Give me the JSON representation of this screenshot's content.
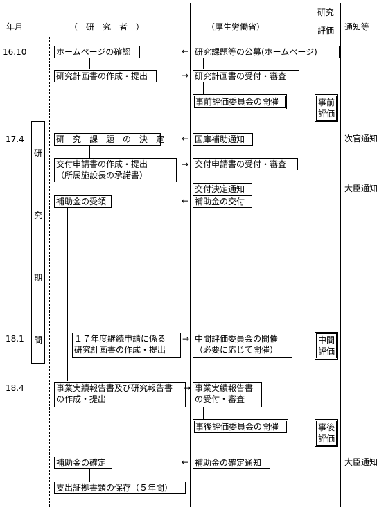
{
  "header": {
    "col_year": "年月",
    "col_researcher": "（　研　究　者　）",
    "col_ministry": "（厚生労働省）",
    "col_eval": "研究\n評価",
    "col_notice": "通知等"
  },
  "dates": [
    "16.10",
    "17.4",
    "18.1",
    "18.4"
  ],
  "research_period": [
    "研",
    "究",
    "期",
    "間"
  ],
  "researcher_boxes": [
    "ホームページの確認",
    "研究計画書の作成・提出",
    "研　究　課　題　の　決　定",
    "交付申請書の作成・提出\n（所属施設長の承諾書）",
    "補助金の受領",
    "１７年度継続申請に係る\n研究計画書の作成・提出",
    "事業実績報告書及び研究報告書\nの作成・提出",
    "補助金の確定",
    "支出証拠書類の保存（５年間）"
  ],
  "ministry_boxes": [
    "研究課題等の公募(ホームページ)",
    "研究計画書の受付・審査",
    "事前評価委員会の開催",
    "国庫補助通知",
    "交付申請書の受付・審査",
    "交付決定通知",
    "補助金の交付",
    "中間評価委員会の開催\n（必要に応じて開催）",
    "事業実績報告書\nの受付・審査",
    "事後評価委員会の開催",
    "補助金の確定通知"
  ],
  "eval_boxes": [
    "事前\n評価",
    "中間\n評価",
    "事後\n評価"
  ],
  "notices": [
    "次官通知",
    "大臣通知",
    "大臣通知"
  ],
  "arrows": {
    "left": "←",
    "right": "→"
  }
}
